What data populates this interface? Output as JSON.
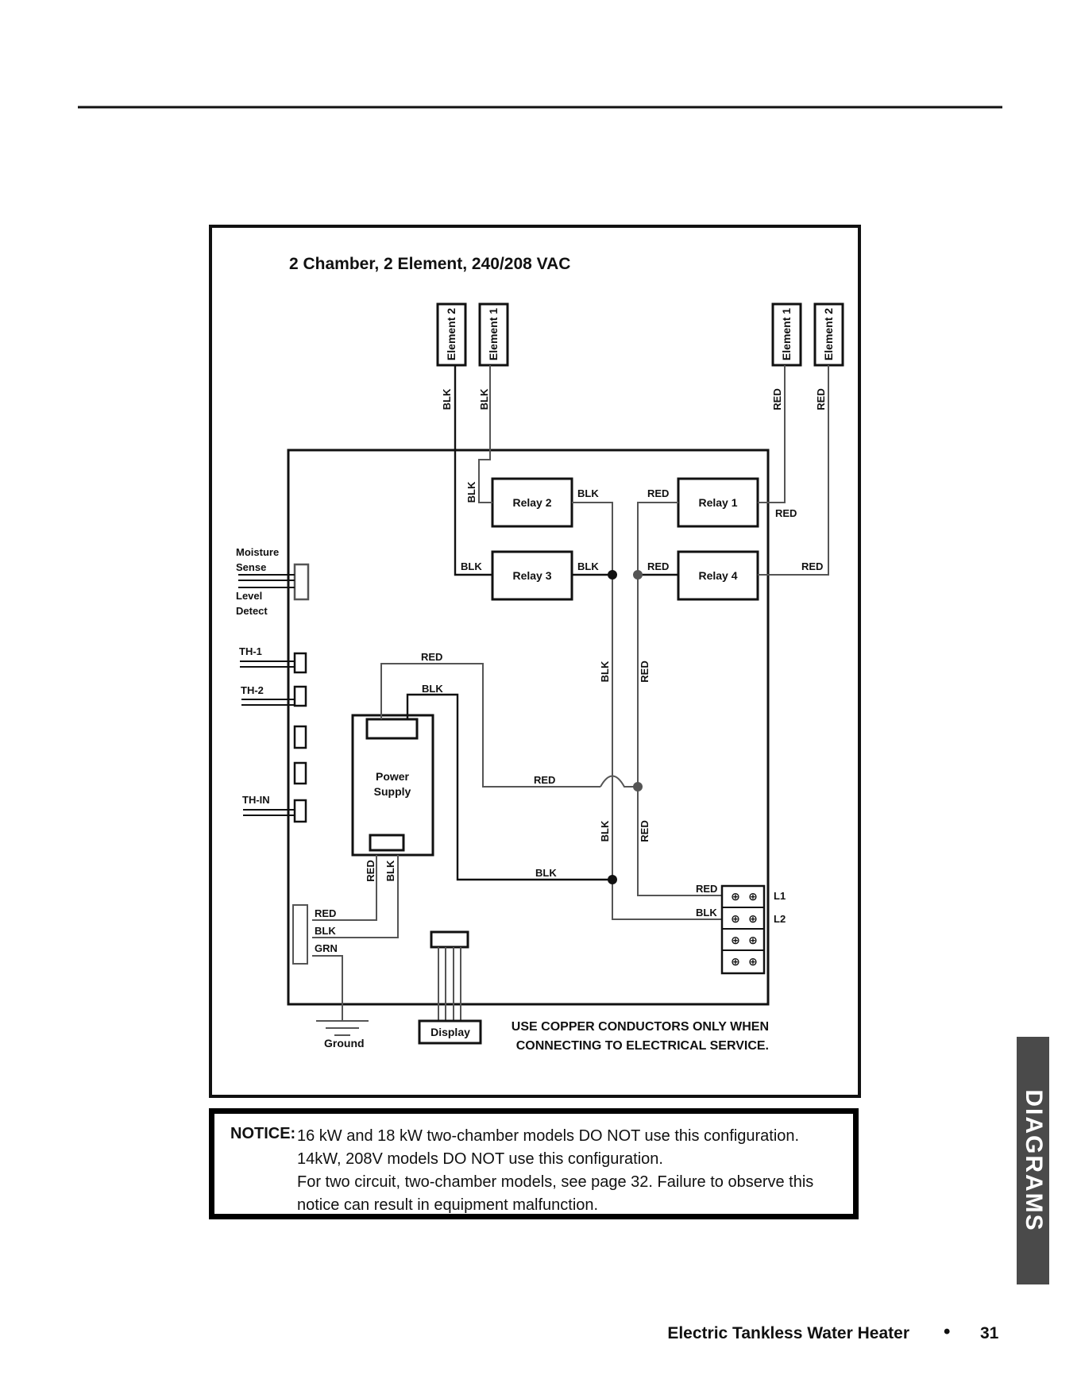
{
  "diagram": {
    "title": "2 Chamber, 2 Element, 240/208 VAC",
    "elements_left": [
      "Element 2",
      "Element 1"
    ],
    "elements_right": [
      "Element 1",
      "Element 2"
    ],
    "relays": [
      "Relay 2",
      "Relay 3",
      "Relay 1",
      "Relay 4"
    ],
    "power_supply": [
      "Power",
      "Supply"
    ],
    "wire_colors": {
      "blk": "BLK",
      "red": "RED",
      "grn": "GRN"
    },
    "left_labels": {
      "moisture": "Moisture",
      "sense": "Sense",
      "level": "Level",
      "detect": "Detect",
      "th1": "TH-1",
      "th2": "TH-2",
      "thin": "TH-IN"
    },
    "terminal_labels": [
      "L1",
      "L2"
    ],
    "ground": "Ground",
    "display": "Display",
    "copper_notice": [
      "USE COPPER CONDUCTORS ONLY WHEN",
      "CONNECTING TO ELECTRICAL SERVICE."
    ]
  },
  "notice": {
    "label": "NOTICE:",
    "lines": [
      "16 kW and 18 kW two-chamber models DO NOT use this configuration.",
      "14kW, 208V models DO NOT use this configuration.",
      "For two circuit, two-chamber models, see page 32.  Failure to observe this",
      "notice can result in equipment malfunction."
    ]
  },
  "side_tab": "DIAGRAMS",
  "footer": {
    "title": "Electric Tankless Water Heater",
    "bullet": "•",
    "page": "31"
  }
}
